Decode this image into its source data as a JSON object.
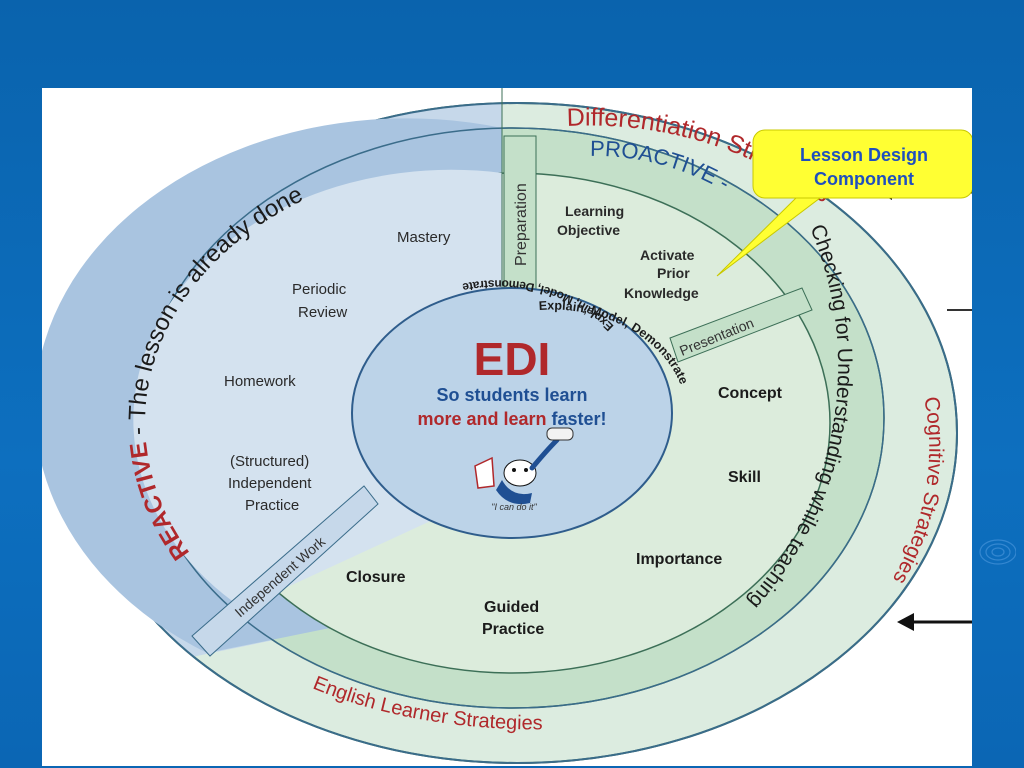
{
  "diagram": {
    "center": {
      "title": "EDI",
      "line1": "So students learn",
      "line2a": "more and learn ",
      "line2b": "faster!",
      "motto": "\"I can do it\"",
      "arc_top": "Explain, Model, Demonstrate",
      "arc_right": "• Explain, Model, Demonstrate",
      "arc_bottom": "Explain, Model, Demonstrate"
    },
    "outer_ring": {
      "top": "Differentiation Strategies",
      "right": "Cognitive Strategies",
      "bottom": "English Learner Strategies"
    },
    "mid_ring": {
      "reactive_word": "REACTIVE",
      "reactive_rest": " - The lesson is already done",
      "proactive": "PROACTIVE - ",
      "checking": "Checking for Understanding while teaching"
    },
    "sections": {
      "preparation": "Preparation",
      "presentation": "Presentation",
      "independent_work": "Independent Work"
    },
    "items": {
      "mastery": "Mastery",
      "periodic_1": "Periodic",
      "periodic_2": "Review",
      "homework": "Homework",
      "structured_1": "(Structured)",
      "structured_2": "Independent",
      "structured_3": "Practice",
      "learning_1": "Learning",
      "learning_2": "Objective",
      "activate_1": "Activate",
      "activate_2": "Prior",
      "activate_3": "Knowledge",
      "concept": "Concept",
      "skill": "Skill",
      "importance": "Importance",
      "closure": "Closure",
      "guided_1": "Guided",
      "guided_2": "Practice"
    },
    "callout": {
      "line1": "Lesson Design",
      "line2": "Component"
    }
  },
  "colors": {
    "background": "#0b66b4",
    "reactive_fill": "#c7d9ea",
    "proactive_fill": "#c3e0c9",
    "red_text": "#b0282b",
    "blue_text": "#1f4f93",
    "callout_yellow": "#ffff33"
  }
}
